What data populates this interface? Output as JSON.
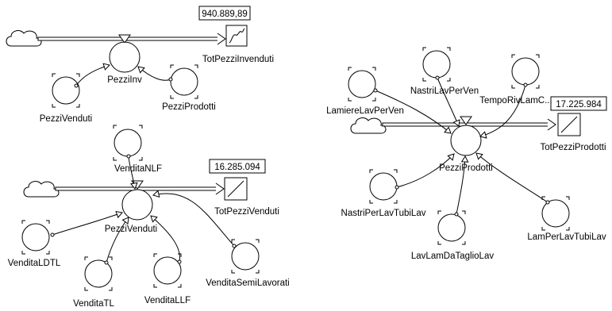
{
  "diagram": {
    "group1": {
      "display_value": "940.889,89",
      "converter_label": "PezziInv",
      "input1_label": "PezziVenduti",
      "input2_label": "PezziProdotti",
      "graph_label": "TotPezziInvenduti"
    },
    "group2": {
      "display_value": "16.285.094",
      "converter_label": "PezziVenduti",
      "top_input_label": "VenditaNLF",
      "graph_label": "TotPezziVenduti",
      "inputs": [
        "VenditaLDTL",
        "VenditaTL",
        "VenditaLLF",
        "VenditaSemiLavorati"
      ]
    },
    "group3": {
      "display_value": "17.225.984",
      "converter_label": "PezziProdotti",
      "graph_label": "TotPezziProdotti",
      "top_inputs": [
        "LamiereLavPerVen",
        "NastriLavPerVen",
        "TempoRivLamC..."
      ],
      "bottom_inputs": [
        "NastriPerLavTubiLav",
        "LavLamDaTaglioLav",
        "LamPerLavTubiLav"
      ]
    }
  }
}
